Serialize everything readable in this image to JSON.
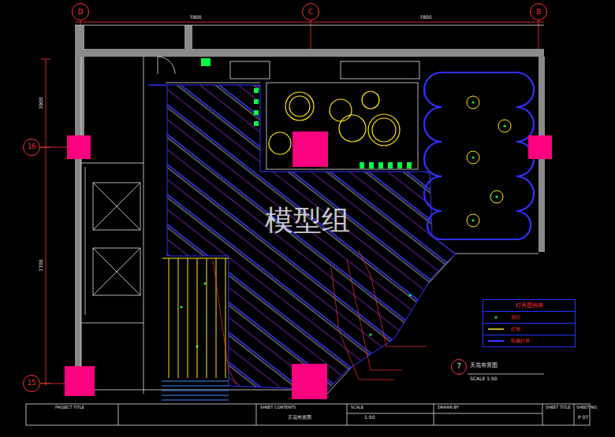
{
  "diagram": {
    "nodes": [
      {
        "text": [
          "D"
        ]
      },
      {
        "text": [
          "C"
        ]
      },
      {
        "text": [
          "B"
        ]
      },
      {
        "text": [
          "16"
        ]
      },
      {
        "text": [
          "15"
        ]
      },
      {
        "text": [
          "7"
        ]
      },
      {
        "text": [
          "灯具图例表"
        ]
      }
    ],
    "labels": [
      "模型组",
      "7800",
      "7800",
      "3900",
      "7700",
      "天花布置图",
      "SCALE 1:50",
      "PROJECT TITLE",
      "SHEET CONTENTS",
      "天花布置图",
      "SCALE",
      "1:50",
      "DRAWN BY",
      "SHEET TITLE",
      "SHEET NO.",
      "P 07"
    ],
    "legend": [
      {
        "text": "筒灯"
      },
      {
        "text": "灯管"
      },
      {
        "text": "暗藏灯带"
      }
    ]
  }
}
